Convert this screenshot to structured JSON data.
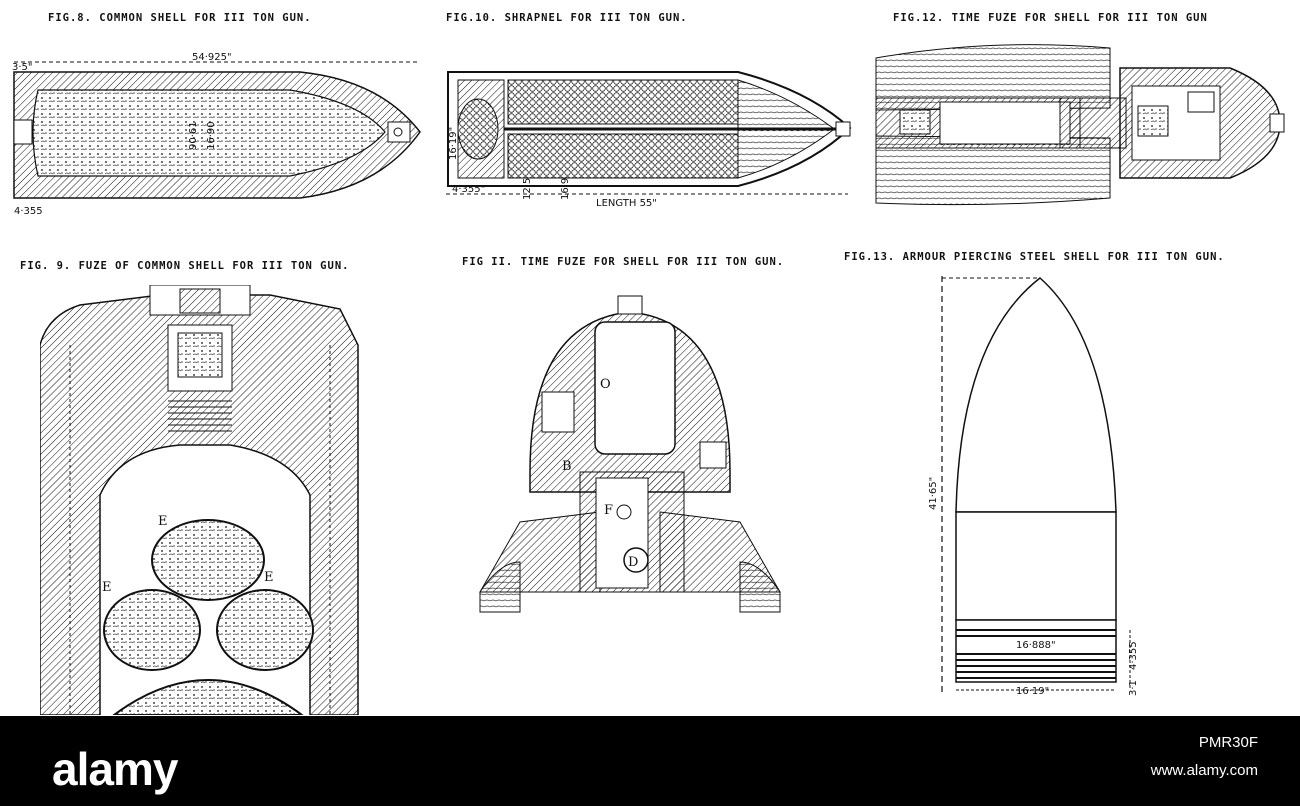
{
  "figures": {
    "fig8": {
      "title": "FIG.8. COMMON SHELL FOR III TON GUN.",
      "dims": {
        "length": "54·925\"",
        "top_left": "3·5\"",
        "bottom_left": "4·355",
        "inner1": "90·61",
        "inner2": "16·90"
      }
    },
    "fig10": {
      "title": "FIG.10. SHRAPNEL FOR III TON GUN.",
      "dims": {
        "length": "LENGTH 55\"",
        "left": "4·355\"",
        "dia": "16·19\"",
        "a": "12·5",
        "b": "16·9"
      }
    },
    "fig12": {
      "title": "FIG.12. TIME FUZE FOR SHELL FOR III TON GUN"
    },
    "fig9": {
      "title": "FIG. 9. FUZE OF COMMON SHELL FOR III TON GUN.",
      "labels": {
        "top": "E",
        "left": "E",
        "right": "E"
      }
    },
    "fig11": {
      "title": "FIG II. TIME FUZE FOR SHELL FOR III TON GUN.",
      "labels": {
        "o": "O",
        "b": "B",
        "d": "D",
        "f": "F"
      }
    },
    "fig13": {
      "title": "FIG.13. ARMOUR PIERCING STEEL SHELL FOR III TON GUN.",
      "dims": {
        "height": "41·65\"",
        "band": "16·888\"",
        "base": "16·19\"",
        "side": "4·355",
        "small": "3·1"
      }
    }
  },
  "watermark": {
    "logo": "alamy",
    "code": "PMR30F",
    "url": "www.alamy.com"
  },
  "colors": {
    "ink": "#111111",
    "footer": "#000000",
    "text_light": "#ffffff"
  }
}
